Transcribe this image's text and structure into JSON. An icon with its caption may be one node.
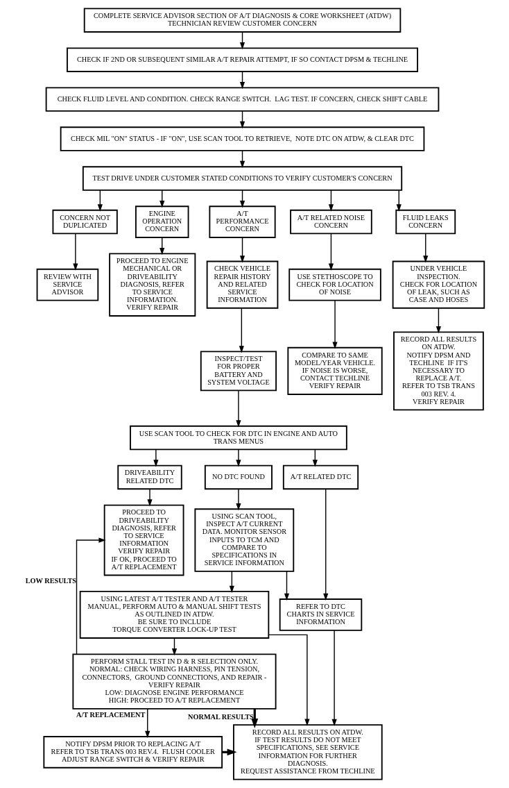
{
  "diagram": {
    "nodes": [
      {
        "text": [
          "COMPLETE SERVICE ADVISOR SECTION OF A/T DIAGNOSIS & CORE WORKSHEET (ATDW)",
          "TECHNICIAN REVIEW CUSTOMER CONCERN"
        ]
      },
      {
        "text": [
          "CHECK IF 2ND OR SUBSEQUENT SIMILAR A/T REPAIR ATTEMPT, IF SO CONTACT DPSM & TECHLINE"
        ]
      },
      {
        "text": [
          "CHECK FLUID LEVEL AND CONDITION. CHECK RANGE SWITCH.  LAG TEST. IF CONCERN, CHECK SHIFT CABLE"
        ]
      },
      {
        "text": [
          "CHECK MIL \"ON\" STATUS - IF \"ON\", USE SCAN TOOL TO RETRIEVE,  NOTE DTC ON ATDW, & CLEAR DTC"
        ]
      },
      {
        "text": [
          "TEST DRIVE UNDER CUSTOMER STATED CONDITIONS TO VERIFY CUSTOMER'S CONCERN"
        ]
      },
      {
        "text": [
          "CONCERN NOT DUPLICATED"
        ]
      },
      {
        "text": [
          "ENGINE OPERATION CONCERN"
        ]
      },
      {
        "text": [
          "A/T PERFORMANCE CONCERN"
        ]
      },
      {
        "text": [
          "A/T RELATED NOISE CONCERN"
        ]
      },
      {
        "text": [
          "FLUID LEAKS CONCERN"
        ]
      },
      {
        "text": [
          "REVIEW WITH SERVICE ADVISOR"
        ]
      },
      {
        "text": [
          "PROCEED TO ENGINE MECHANICAL OR DRIVEABILITY DIAGNOSIS, REFER TO SERVICE INFORMATION.",
          "VERIFY REPAIR"
        ]
      },
      {
        "text": [
          "CHECK VEHICLE REPAIR HISTORY AND RELATED SERVICE INFORMATION"
        ]
      },
      {
        "text": [
          "USE STETHOSCOPE TO CHECK FOR LOCATION OF NOISE"
        ]
      },
      {
        "text": [
          "UNDER VEHICLE INSPECTION.",
          "CHECK FOR LOCATION OF LEAK, SUCH AS CASE AND HOSES"
        ]
      },
      {
        "text": [
          "INSPECT/TEST FOR PROPER BATTERY AND SYSTEM VOLTAGE"
        ]
      },
      {
        "text": [
          "COMPARE TO SAME MODEL/YEAR VEHICLE.",
          "IF NOISE IS WORSE, CONTACT TECHLINE",
          "VERIFY REPAIR"
        ]
      },
      {
        "text": [
          "RECORD ALL RESULTS ON ATDW.",
          "NOTIFY DPSM AND TECHLINE  IF IT'S NECESSARY TO REPLACE A/T.",
          "REFER TO TSB TRANS 003 REV. 4.",
          "VERIFY REPAIR"
        ]
      },
      {
        "text": [
          "USE SCAN TOOL TO CHECK FOR DTC IN ENGINE AND AUTO TRANS MENUS"
        ]
      },
      {
        "text": [
          "DRIVEABILITY RELATED DTC"
        ]
      },
      {
        "text": [
          "NO DTC FOUND"
        ]
      },
      {
        "text": [
          "A/T RELATED DTC"
        ]
      },
      {
        "text": [
          "PROCEED TO DRIVEABILITY DIAGNOSIS, REFER TO SERVICE INFORMATION",
          "VERIFY REPAIR",
          "IF OK, PROCEED TO A/T REPLACEMENT"
        ]
      },
      {
        "text": [
          "USING SCAN TOOL, INSPECT A/T CURRENT DATA. MONITOR SENSOR INPUTS TO TCM AND COMPARE TO SPECIFICATIONS IN SERVICE INFORMATION"
        ]
      },
      {
        "text": [
          "REFER TO DTC CHARTS IN SERVICE INFORMATION"
        ]
      },
      {
        "text": [
          "USING LATEST A/T TESTER AND A/T TESTER MANUAL, PERFORM AUTO & MANUAL SHIFT TESTS AS OUTLINED IN ATDW.",
          "BE SURE TO INCLUDE",
          "TORQUE CONVERTER LOCK-UP TEST"
        ]
      },
      {
        "text": [
          "PERFORM STALL TEST IN D & R SELECTION ONLY.",
          "NORMAL: CHECK WIRING HARNESS, PIN TENSION, CONNECTORS,  GROUND CONNECTIONS, AND REPAIR - VERIFY REPAIR",
          "LOW: DIAGNOSE ENGINE PERFORMANCE",
          "HIGH: PROCEED TO A/T REPLACEMENT"
        ]
      },
      {
        "text": [
          "RECORD ALL RESULTS ON ATDW.",
          "IF TEST RESULTS DO NOT MEET SPECIFICATIONS, SEE SERVICE INFORMATION FOR FURTHER DIAGNOSIS.",
          "REQUEST ASSISTANCE FROM TECHLINE"
        ]
      },
      {
        "text": [
          "NOTIFY DPSM PRIOR TO REPLACING A/T",
          "REFER TO TSB TRANS 003 REV.4.  FLUSH COOLER",
          "ADJUST RANGE SWITCH & VERIFY REPAIR"
        ]
      }
    ],
    "edges": [
      {
        "from": 0,
        "to": 1,
        "arrow": "to"
      },
      {
        "from": 1,
        "to": 2,
        "arrow": "to"
      },
      {
        "from": 2,
        "to": 3,
        "arrow": "to"
      },
      {
        "from": 3,
        "to": 4,
        "arrow": "to"
      },
      {
        "from": 4,
        "to": 5,
        "arrow": "to"
      },
      {
        "from": 4,
        "to": 6,
        "arrow": "to"
      },
      {
        "from": 4,
        "to": 7,
        "arrow": "to"
      },
      {
        "from": 4,
        "to": 8,
        "arrow": "to"
      },
      {
        "from": 4,
        "to": 9,
        "arrow": "to"
      },
      {
        "from": 5,
        "to": 10,
        "arrow": "to"
      },
      {
        "from": 6,
        "to": 11,
        "arrow": "to"
      },
      {
        "from": 7,
        "to": 12,
        "arrow": "to"
      },
      {
        "from": 8,
        "to": 13,
        "arrow": "to"
      },
      {
        "from": 9,
        "to": 14,
        "arrow": "to"
      },
      {
        "from": 12,
        "to": 15,
        "arrow": "to"
      },
      {
        "from": 13,
        "to": 16,
        "arrow": "to"
      },
      {
        "from": 14,
        "to": 17,
        "arrow": "to"
      },
      {
        "from": 15,
        "to": 18,
        "arrow": "to"
      },
      {
        "from": 18,
        "to": 19,
        "arrow": "to"
      },
      {
        "from": 18,
        "to": 20,
        "arrow": "to"
      },
      {
        "from": 18,
        "to": 21,
        "arrow": "to"
      },
      {
        "from": 19,
        "to": 22,
        "arrow": "to"
      },
      {
        "from": 20,
        "to": 23,
        "arrow": "to"
      },
      {
        "from": 21,
        "to": 24,
        "arrow": "to"
      },
      {
        "from": 23,
        "to": 24,
        "arrow": "to"
      },
      {
        "from": 23,
        "to": 25,
        "arrow": "to"
      },
      {
        "from": 24,
        "to": 27,
        "arrow": "to"
      },
      {
        "from": 25,
        "to": 27,
        "arrow": "to"
      },
      {
        "from": 25,
        "to": 26,
        "arrow": "to"
      },
      {
        "from": 26,
        "to": 22,
        "arrow": "to",
        "label": "LOW RESULTS"
      },
      {
        "from": 26,
        "to": 28,
        "arrow": "to",
        "label": "A/T REPLACEMENT"
      },
      {
        "from": 26,
        "to": 27,
        "arrow": "to",
        "label": "NORMAL RESULTS",
        "style": "thick"
      },
      {
        "from": 28,
        "to": 27,
        "arrow": "to",
        "style": "thick"
      }
    ]
  }
}
